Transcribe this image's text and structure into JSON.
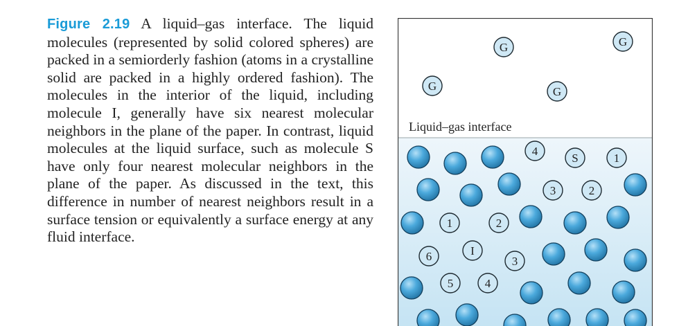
{
  "caption": {
    "figure_label": "Figure 2.19",
    "text": "A liquid–gas interface. The liquid molecules (represented by solid colored spheres) are packed in a semiorderly fashion (atoms in a crystalline solid are packed in a highly ordered fashion). The molecules in the interior of the liquid, including molecule I, generally have six nearest molecular neighbors in the plane of the paper. In contrast, liquid molecules at the liquid surface, such as molecule S have only four nearest molecular neighbors in the plane of the paper.  As discussed in the text, this difference in number of nearest neighbors result in a surface tension or equivalently a surface energy at any fluid interface."
  },
  "figure": {
    "interface_label": "Liquid–gas interface",
    "colors": {
      "border": "#333333",
      "gas_background": "#ffffff",
      "liquid_background_top": "#eef6fb",
      "liquid_background_bottom": "#c4e3f3",
      "sphere_light": "#b4e0f7",
      "sphere_mid": "#4ba9dc",
      "sphere_dark": "#1f6f9f",
      "labeled_fill": "#cfe8f5"
    },
    "gas_molecules": [
      {
        "label": "G"
      },
      {
        "label": "G"
      },
      {
        "label": "G"
      },
      {
        "label": "G"
      }
    ],
    "labeled_liquid_molecules": [
      {
        "label": "4"
      },
      {
        "label": "S"
      },
      {
        "label": "1"
      },
      {
        "label": "3"
      },
      {
        "label": "2"
      },
      {
        "label": "1"
      },
      {
        "label": "2"
      },
      {
        "label": "6"
      },
      {
        "label": "I"
      },
      {
        "label": "3"
      },
      {
        "label": "5"
      },
      {
        "label": "4"
      }
    ]
  }
}
